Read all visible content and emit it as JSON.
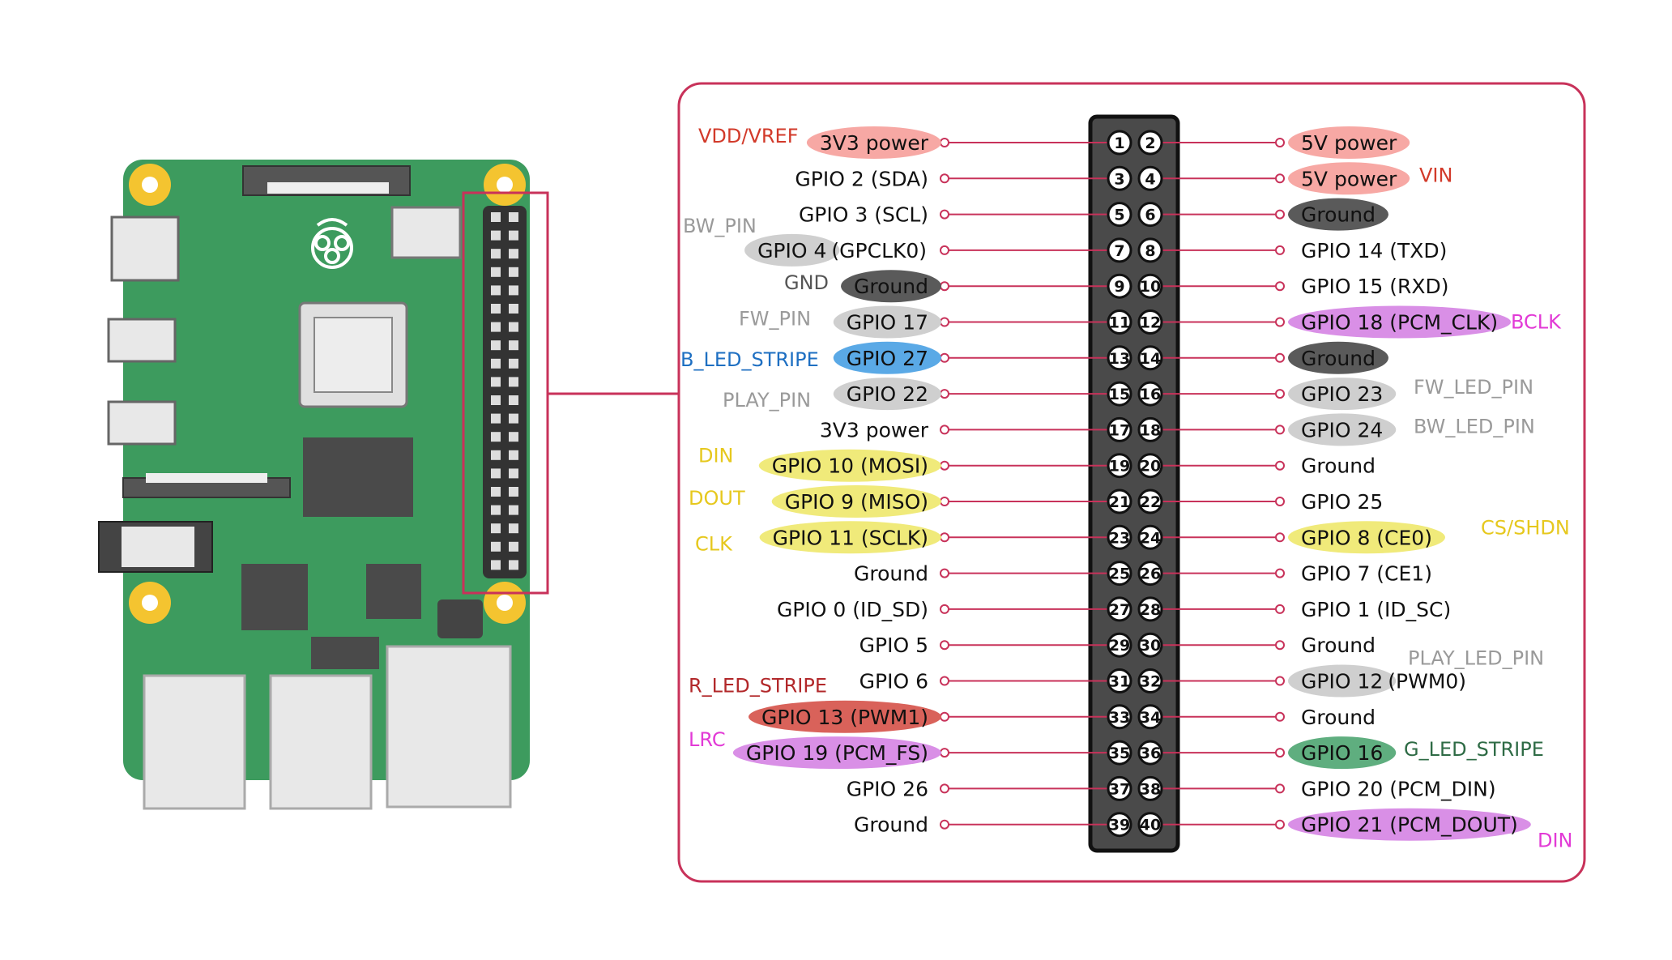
{
  "colors": {
    "frame": "#c8325a",
    "board": "#3d9b5e",
    "header": "#4a4a4a"
  },
  "left_labels": [
    {
      "pin": 1,
      "text": "3V3 power",
      "hl": "#f7a8a4"
    },
    {
      "pin": 3,
      "text": "GPIO 2 (SDA)",
      "hl": null
    },
    {
      "pin": 5,
      "text": "GPIO 3 (SCL)",
      "hl": null
    },
    {
      "pin": 7,
      "text": "GPIO 4",
      "text2": "(GPCLK0)",
      "hl": "#cfcfcf",
      "hlCover": "first"
    },
    {
      "pin": 9,
      "text": "Ground",
      "hl": "#5a5a5a"
    },
    {
      "pin": 11,
      "text": "GPIO 17",
      "hl": "#cfcfcf"
    },
    {
      "pin": 13,
      "text": "GPIO 27",
      "hl": "#5aa9e6"
    },
    {
      "pin": 15,
      "text": "GPIO 22",
      "hl": "#cfcfcf"
    },
    {
      "pin": 17,
      "text": "3V3 power",
      "hl": null
    },
    {
      "pin": 19,
      "text": "GPIO 10 (MOSI)",
      "hl": "#f0ea7a"
    },
    {
      "pin": 21,
      "text": "GPIO 9 (MISO)",
      "hl": "#f0ea7a"
    },
    {
      "pin": 23,
      "text": "GPIO 11 (SCLK)",
      "hl": "#f0ea7a"
    },
    {
      "pin": 25,
      "text": "Ground",
      "hl": null
    },
    {
      "pin": 27,
      "text": "GPIO 0 (ID_SD)",
      "hl": null
    },
    {
      "pin": 29,
      "text": "GPIO 5",
      "hl": null
    },
    {
      "pin": 31,
      "text": "GPIO 6",
      "hl": null
    },
    {
      "pin": 33,
      "text": "GPIO 13 (PWM1)",
      "hl": "#d9625a"
    },
    {
      "pin": 35,
      "text": "GPIO 19 (PCM_FS)",
      "hl": "#d98fe6"
    },
    {
      "pin": 37,
      "text": "GPIO 26",
      "hl": null
    },
    {
      "pin": 39,
      "text": "Ground",
      "hl": null
    }
  ],
  "right_labels": [
    {
      "pin": 2,
      "text": "5V power",
      "hl": "#f7a8a4"
    },
    {
      "pin": 4,
      "text": "5V power",
      "hl": "#f7a8a4"
    },
    {
      "pin": 6,
      "text": "Ground",
      "hl": "#5a5a5a"
    },
    {
      "pin": 8,
      "text": "GPIO 14 (TXD)",
      "hl": null
    },
    {
      "pin": 10,
      "text": "GPIO 15 (RXD)",
      "hl": null
    },
    {
      "pin": 12,
      "text": "GPIO 18 (PCM_CLK)",
      "hl": "#d98fe6"
    },
    {
      "pin": 14,
      "text": "Ground",
      "hl": "#5a5a5a"
    },
    {
      "pin": 16,
      "text": "GPIO 23",
      "hl": "#cfcfcf"
    },
    {
      "pin": 18,
      "text": "GPIO 24",
      "hl": "#cfcfcf"
    },
    {
      "pin": 20,
      "text": "Ground",
      "hl": null
    },
    {
      "pin": 22,
      "text": "GPIO 25",
      "hl": null
    },
    {
      "pin": 24,
      "text": "GPIO 8 (CE0)",
      "hl": "#f0ea7a"
    },
    {
      "pin": 26,
      "text": "GPIO 7 (CE1)",
      "hl": null
    },
    {
      "pin": 28,
      "text": "GPIO 1 (ID_SC)",
      "hl": null
    },
    {
      "pin": 30,
      "text": "Ground",
      "hl": null
    },
    {
      "pin": 32,
      "text": "GPIO 12",
      "text2": "(PWM0)",
      "hl": "#cfcfcf",
      "hlCover": "first"
    },
    {
      "pin": 34,
      "text": "Ground",
      "hl": null
    },
    {
      "pin": 36,
      "text": "GPIO 16",
      "hl": "#5fae7f"
    },
    {
      "pin": 38,
      "text": "GPIO 20 (PCM_DIN)",
      "hl": null
    },
    {
      "pin": 40,
      "text": "GPIO 21 (PCM_DOUT)",
      "hl": "#d98fe6"
    }
  ],
  "annotations": [
    {
      "text": "VDD/VREF",
      "color": "#d23a2a",
      "side": "left",
      "pin": 1
    },
    {
      "text": "BW_PIN",
      "color": "#9a9a9a",
      "side": "left",
      "pin": 7
    },
    {
      "text": "GND",
      "color": "#555555",
      "side": "left",
      "pin": 9
    },
    {
      "text": "FW_PIN",
      "color": "#9a9a9a",
      "side": "left",
      "pin": 11
    },
    {
      "text": "B_LED_STRIPE",
      "color": "#1e6fc2",
      "side": "left",
      "pin": 13
    },
    {
      "text": "PLAY_PIN",
      "color": "#9a9a9a",
      "side": "left",
      "pin": 15
    },
    {
      "text": "DIN",
      "color": "#e6c81e",
      "side": "left",
      "pin": 19
    },
    {
      "text": "DOUT",
      "color": "#e6c81e",
      "side": "left",
      "pin": 21
    },
    {
      "text": "CLK",
      "color": "#e6c81e",
      "side": "left",
      "pin": 23
    },
    {
      "text": "R_LED_STRIPE",
      "color": "#b2282a",
      "side": "left",
      "pin": 31
    },
    {
      "text": "LRC",
      "color": "#e23ad6",
      "side": "left",
      "pin": 33
    },
    {
      "text": "VIN",
      "color": "#d23a2a",
      "side": "right",
      "pin": 4
    },
    {
      "text": "BCLK",
      "color": "#e23ad6",
      "side": "right",
      "pin": 12
    },
    {
      "text": "FW_LED_PIN",
      "color": "#9a9a9a",
      "side": "right",
      "pin": 16
    },
    {
      "text": "BW_LED_PIN",
      "color": "#9a9a9a",
      "side": "right",
      "pin": 18
    },
    {
      "text": "CS/SHDN",
      "color": "#e6c81e",
      "side": "right",
      "pin": 24
    },
    {
      "text": "PLAY_LED_PIN",
      "color": "#9a9a9a",
      "side": "right",
      "pin": 32
    },
    {
      "text": "G_LED_STRIPE",
      "color": "#2e6b45",
      "side": "right",
      "pin": 36
    },
    {
      "text": "DIN",
      "color": "#e23ad6",
      "side": "right",
      "pin": 40
    }
  ],
  "pin_numbers": [
    1,
    2,
    3,
    4,
    5,
    6,
    7,
    8,
    9,
    10,
    11,
    12,
    13,
    14,
    15,
    16,
    17,
    18,
    19,
    20,
    21,
    22,
    23,
    24,
    25,
    26,
    27,
    28,
    29,
    30,
    31,
    32,
    33,
    34,
    35,
    36,
    37,
    38,
    39,
    40
  ]
}
